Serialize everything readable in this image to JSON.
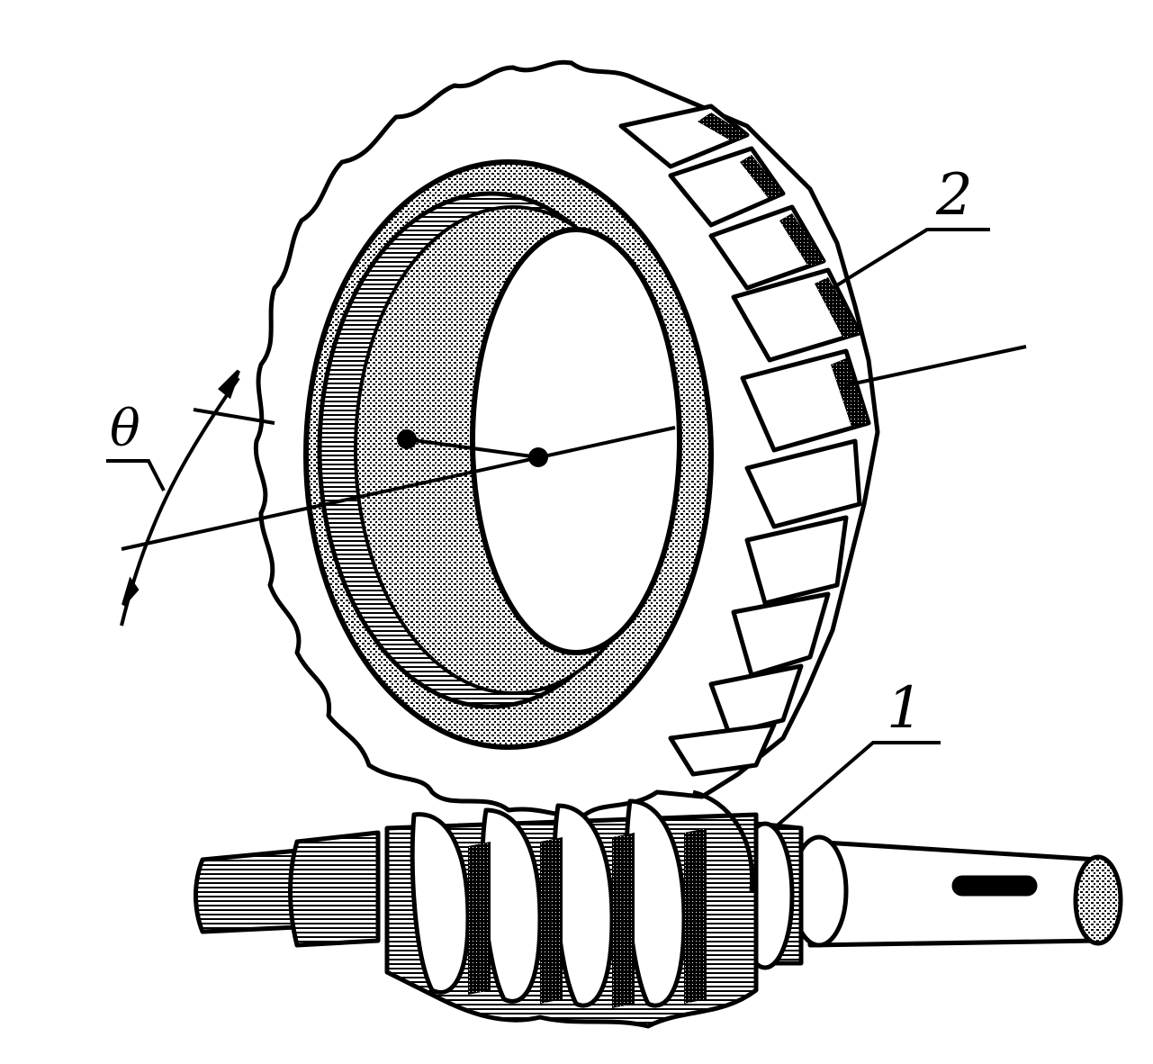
{
  "diagram": {
    "labels": {
      "worm": "1",
      "worm_wheel": "2",
      "angle": "θ"
    },
    "colors": {
      "ink": "#000000",
      "paper": "#ffffff"
    }
  }
}
